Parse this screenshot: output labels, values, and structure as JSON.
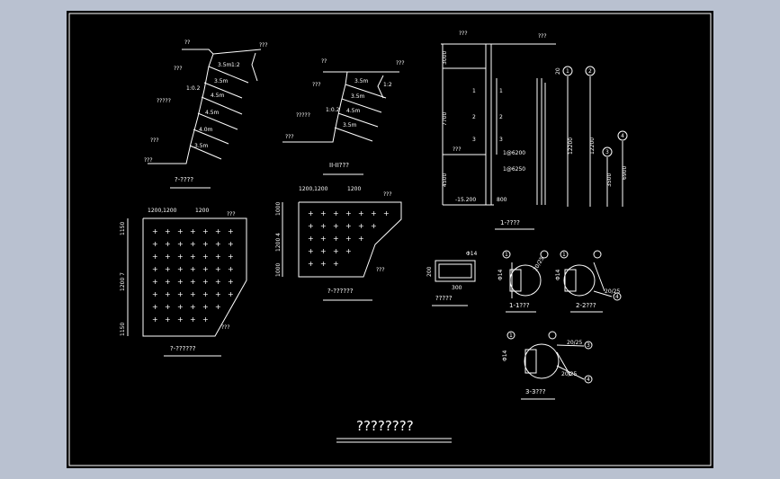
{
  "drawing": {
    "title": "????????",
    "section_a": {
      "label": "?-????",
      "top_left": "??",
      "top_right": "???",
      "bottom_left": "???",
      "soil": [
        "???",
        "?????",
        "???"
      ],
      "anchors": [
        "3.5m",
        "3.5m",
        "4.5m",
        "4.5m",
        "4.0m",
        "3.5m"
      ],
      "slope": "1:2",
      "grade": "1:0.2"
    },
    "section_b": {
      "label": "II-II???",
      "top_left": "??",
      "top_right": "???",
      "bottom_left": "???",
      "soil": [
        "???",
        "?????"
      ],
      "anchors": [
        "3.5m",
        "3.5m",
        "4.5m",
        "3.5m"
      ],
      "slope": "1:2",
      "grade": "1:0.2"
    },
    "section_c": {
      "label": "1-????",
      "top_left": "???",
      "top_right": "???",
      "ground": "-15.200",
      "width": "800",
      "dims": [
        "3000",
        "7700",
        "4500"
      ],
      "layers": [
        "1",
        "2",
        "3"
      ],
      "bottom": "???",
      "rebar": [
        "1@6200",
        "1@6250",
        "12200",
        "12200",
        "3500",
        "6900"
      ],
      "circles": [
        "1",
        "2",
        "3",
        "4"
      ],
      "gap": "20"
    },
    "elev_a": {
      "label": "?-??????",
      "spacing": "1200,1200",
      "spacing2": "1200",
      "dims": [
        "1150",
        "1200 7",
        "1150"
      ],
      "mark": "???",
      "mark2": "???"
    },
    "elev_b": {
      "label": "?-??????",
      "spacing": "1200,1200",
      "spacing2": "1200",
      "dims": [
        "1000",
        "1200 4",
        "1000"
      ],
      "mark": "???",
      "mark2": "???"
    },
    "beam": {
      "label": "?????",
      "dims": [
        "200",
        "300"
      ],
      "note": "Φ14"
    },
    "detail_1": {
      "label": "1-1???",
      "mark": "1",
      "dim": "Φ14",
      "dim2": "20/25"
    },
    "detail_2": {
      "label": "2-2???",
      "mark": "1",
      "dim": "Φ14",
      "dim2": "20/25",
      "mark2": "4"
    },
    "detail_3": {
      "label": "3-3???",
      "mark": "1",
      "dim": "Φ14",
      "dim2": "20/25",
      "mark2": "3",
      "mark3": "4"
    }
  }
}
